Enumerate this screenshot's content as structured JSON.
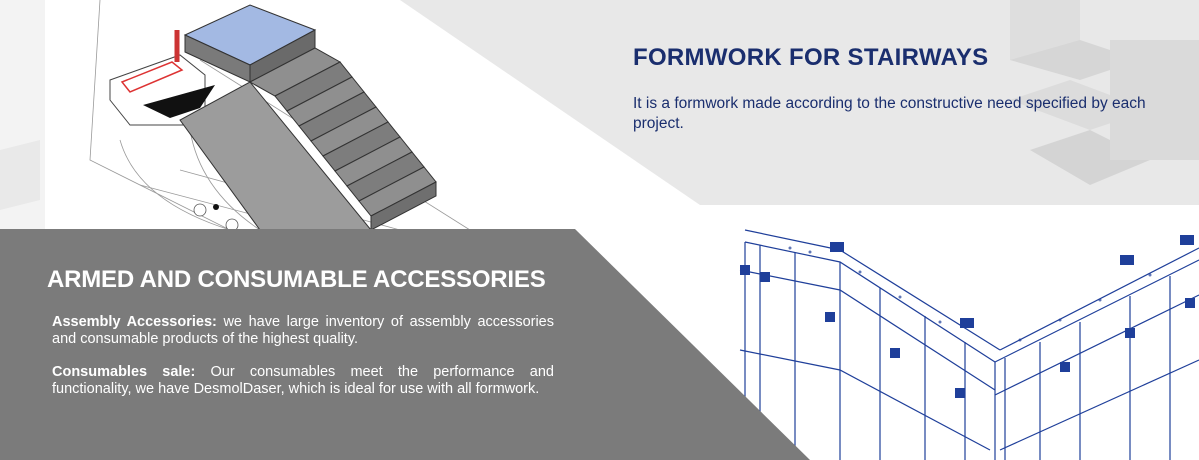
{
  "colors": {
    "navy": "#1a2e6e",
    "gray_panel": "#7b7b7b",
    "light_bg": "#e6e6e6",
    "step_gray": "#8a8a8a",
    "landing_blue": "#a3b9e3",
    "blueprint_blue": "#1f3f9a"
  },
  "stairways": {
    "title": "FORMWORK FOR STAIRWAYS",
    "description": "It is a formwork made according to the constructive need specified by each project."
  },
  "accessories": {
    "title": "ARMED AND CONSUMABLE ACCESSORIES",
    "assembly_label": "Assembly Accessories:",
    "assembly_text": " we have large inventory of assembly accessories and consumable products of the highest quality.",
    "consumables_label": "Consumables sale:",
    "consumables_text": " Our consumables meet the performance and functionality, we have DesmolDaser, which is ideal for use with all formwork."
  },
  "images": {
    "stair_render": "stair-formwork-drawing",
    "wall_render": "wall-formwork-blueprint"
  }
}
